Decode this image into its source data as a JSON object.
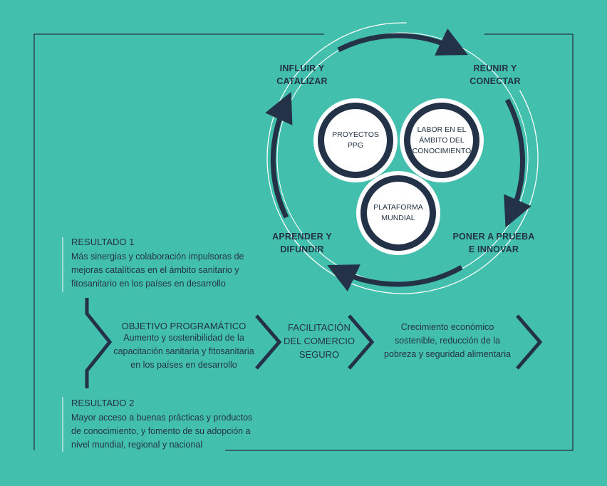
{
  "cycle": {
    "influir": [
      "INFLUIR Y",
      "CATALIZAR"
    ],
    "reunir": [
      "REUNIR Y",
      "CONECTAR"
    ],
    "poner": [
      "PONER A PRUEBA",
      "E INNOVAR"
    ],
    "aprender": [
      "APRENDER Y",
      "DIFUNDIR"
    ]
  },
  "circles": {
    "proyectos": [
      "PROYECTOS",
      "PPG"
    ],
    "labor": [
      "LABOR EN EL",
      "ÁMBITO DEL",
      "CONOCIMIENTO"
    ],
    "plataforma": [
      "PLATAFORMA",
      "MUNDIAL"
    ]
  },
  "resultado1": {
    "title": "RESULTADO 1",
    "lines": [
      "Más sinergias y colaboración impulsoras de",
      "mejoras catalíticas en el ámbito sanitario y",
      "fitosanitario en los países en desarrollo"
    ]
  },
  "objetivo": {
    "title": "OBJETIVO PROGRAMÁTICO",
    "lines": [
      "Aumento y sostenibilidad de la",
      "capacitación sanitaria y fitosanitaria",
      "en los países en desarrollo"
    ]
  },
  "facilitacion": {
    "lines": [
      "FACILITACIÓN",
      "DEL COMERCIO",
      "SEGURO"
    ]
  },
  "crecimiento": {
    "lines": [
      "Crecimiento económico",
      "sostenible, reducción de la",
      "pobreza y seguridad alimentaria"
    ]
  },
  "resultado2": {
    "title": "RESULTADO 2",
    "lines": [
      "Mayor acceso a buenas prácticas y productos",
      "de conocimiento, y fomento de su adopción a",
      "nivel mundial, regional y nacional"
    ]
  },
  "colors": {
    "background": "#43bfad",
    "dark": "#233246",
    "white": "#ffffff"
  }
}
